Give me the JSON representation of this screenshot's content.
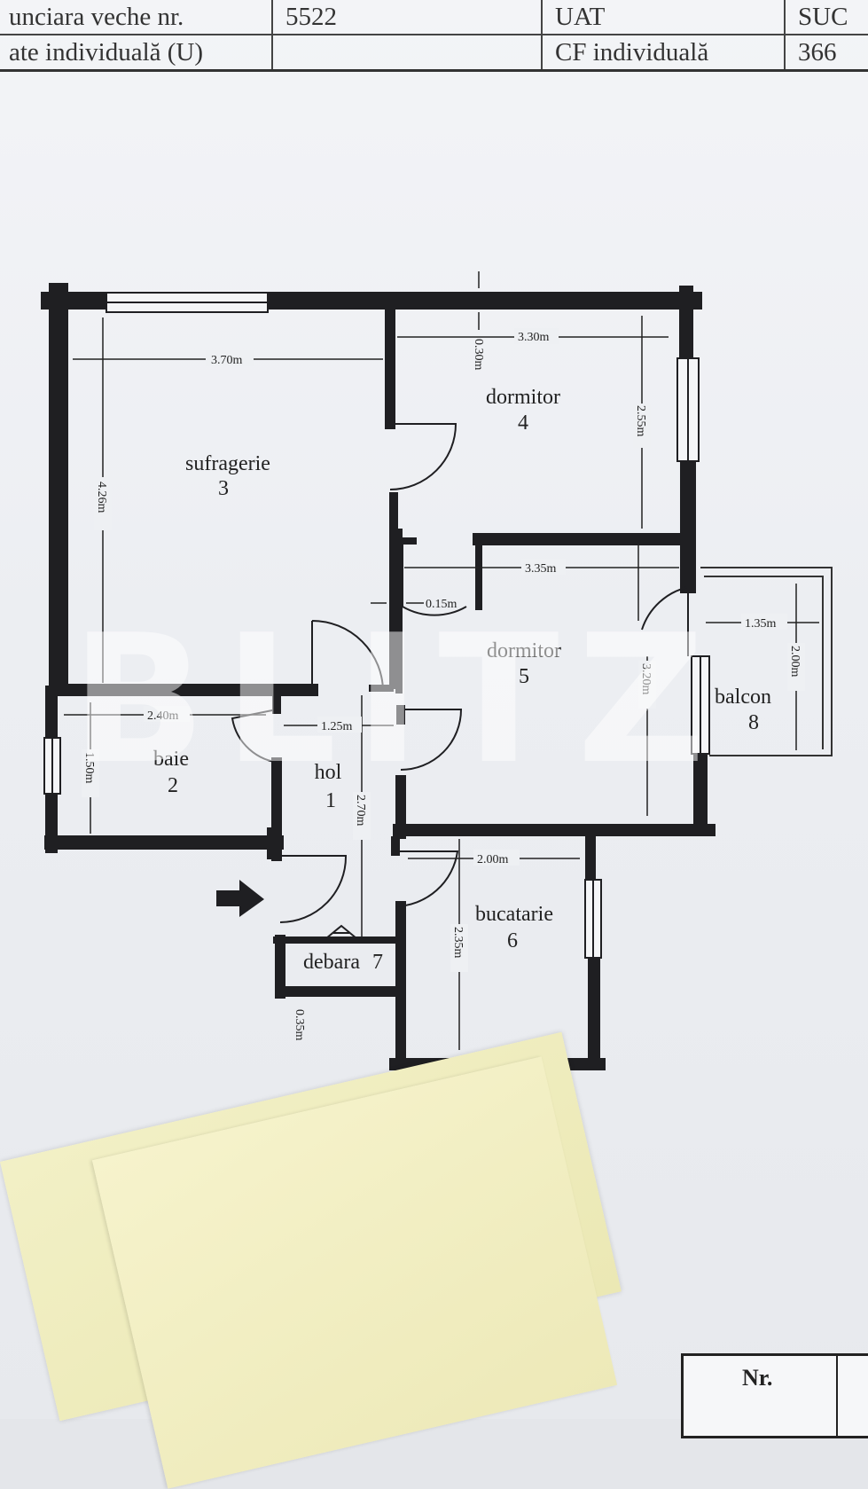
{
  "header_table": {
    "rows": [
      [
        "unciara veche nr.",
        "5522",
        "UAT",
        "SUC"
      ],
      [
        "ate individuală (U)",
        "",
        "CF individuală",
        "366"
      ]
    ]
  },
  "rooms": {
    "sufragerie": {
      "name": "sufragerie",
      "num": "3"
    },
    "dormitor4": {
      "name": "dormitor",
      "num": "4"
    },
    "dormitor5": {
      "name": "dormitor",
      "num": "5"
    },
    "baie": {
      "name": "baie",
      "num": "2"
    },
    "hol": {
      "name": "hol",
      "num": "1"
    },
    "bucatarie": {
      "name": "bucatarie",
      "num": "6"
    },
    "balcon": {
      "name": "balcon",
      "num": "8"
    },
    "debara": {
      "name": "debara",
      "num": "7"
    }
  },
  "dimensions": {
    "d_370": "3.70m",
    "d_426": "4.26m",
    "d_330": "3.30m",
    "d_030": "0.30m",
    "d_255": "2.55m",
    "d_335": "3.35m",
    "d_015": "0.15m",
    "d_320": "3.20m",
    "d_135": "1.35m",
    "d_200b": "2.00m",
    "d_240": "2.40m",
    "d_150": "1.50m",
    "d_125": "1.25m",
    "d_270": "2.70m",
    "d_200k": "2.00m",
    "d_235": "2.35m",
    "d_035": "0.35m"
  },
  "watermark": "BLITZ",
  "footer": {
    "nr_label": "Nr."
  },
  "colors": {
    "wall": "#1f1f22",
    "paper": "#eef0f3",
    "note": "#efecbd"
  }
}
